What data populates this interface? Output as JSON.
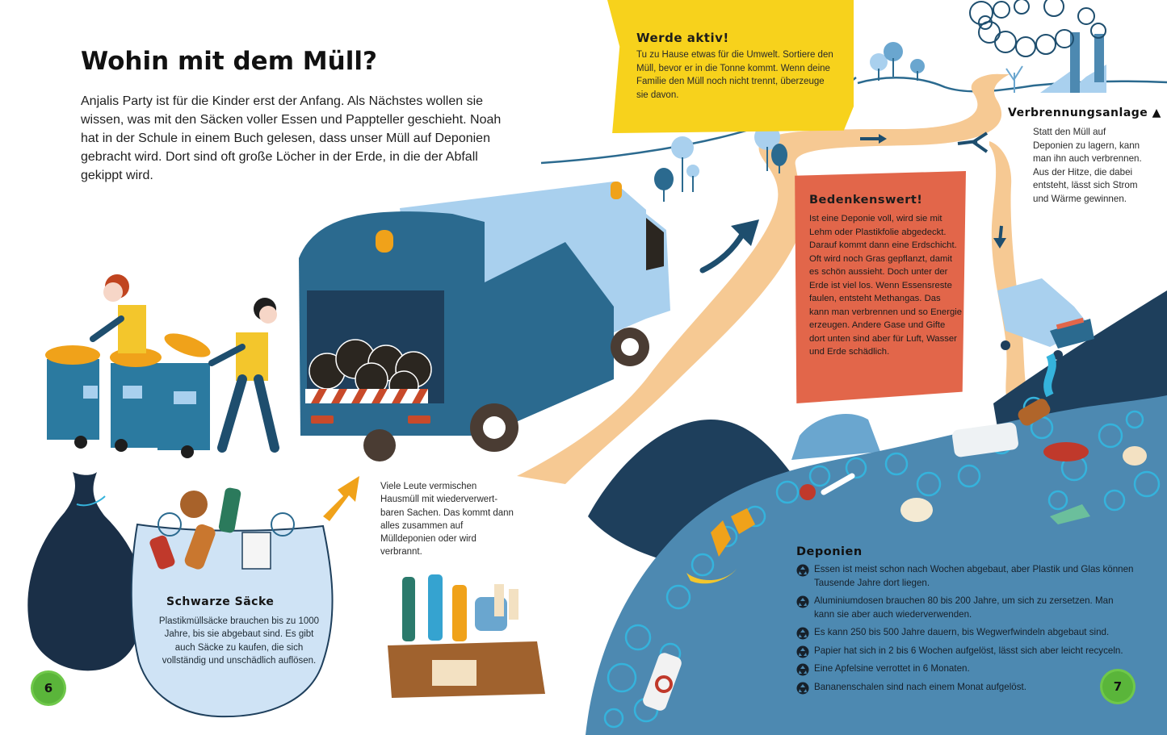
{
  "left_page": {
    "title": "Wohin mit dem Müll?",
    "intro": "Anjalis Party ist für die Kinder erst der Anfang. Als Nächstes wollen sie wissen, was mit den Säcken voller Essen und Pappteller geschieht. Noah hat in der Schule in einem Buch gelesen, dass unser Müll auf Deponien gebracht wird. Dort sind oft große Löcher in der Erde, in die der Abfall gekippt wird.",
    "mix_caption": "Viele Leute vermischen Hausmüll mit wiederverwert-baren Sachen. Das kommt dann alles zusammen auf Mülldeponien oder wird verbrannt.",
    "sack": {
      "title": "Schwarze Säcke",
      "text": "Plastikmüllsäcke brauchen bis zu 1000 Jahre, bis sie abgebaut sind. Es gibt auch Säcke zu kaufen, die sich vollständig und unschädlich auflösen."
    },
    "page_number": "6"
  },
  "right_page": {
    "werde_aktiv": {
      "title": "Werde aktiv!",
      "text": "Tu zu Hause etwas für die Umwelt. Sortiere den Müll, bevor er in die Tonne kommt. Wenn deine Familie den Müll noch nicht trennt, überzeuge sie davon."
    },
    "bedenkenswert": {
      "title": "Bedenkenswert!",
      "text": "Ist eine Deponie voll, wird sie mit Lehm oder Plastikfolie abgedeckt. Darauf kommt dann eine Erdschicht. Oft wird noch Gras gepflanzt, damit es schön aussieht. Doch unter der Erde ist viel los. Wenn Essensreste faulen, entsteht Methangas. Das kann man verbrennen und so Energie erzeugen. Andere Gase und Gifte dort unten sind aber für Luft, Wasser und Erde schädlich."
    },
    "verbrennungsanlage": {
      "title": "Verbrennungsanlage ▲",
      "text": "Statt den Müll auf Deponien zu lagern, kann man ihn auch verbrennen. Aus der Hitze, die dabei entsteht, lässt sich Strom und Wärme gewinnen."
    },
    "deponien": {
      "title": "Deponien",
      "items": [
        "Essen ist meist schon nach Wochen abgebaut, aber Plastik und Glas können Tausende Jahre dort liegen.",
        "Aluminiumdosen brauchen 80 bis 200 Jahre, um sich zu zersetzen. Man kann sie aber auch wiederverwenden.",
        "Es kann 250 bis 500 Jahre dauern, bis Wegwerfwindeln abgebaut sind.",
        "Papier hat sich in 2 bis 6 Wochen aufgelöst, lässt sich aber leicht recyceln.",
        "Eine Apfelsine verrottet in 6 Monaten.",
        "Bananenschalen sind nach einem Monat aufgelöst."
      ]
    },
    "page_number": "7"
  },
  "colors": {
    "yellow_box": "#f7d21c",
    "red_box": "#e2664a",
    "road": "#f6c993",
    "truck_dark": "#2b6a8f",
    "truck_light": "#a9d0ee",
    "landfill_blue": "#4d89b1",
    "landfill_dark": "#1e3f5c",
    "scribble_cyan": "#35b3dc",
    "page_badge": "#5ab53a",
    "accent_orange": "#f0a21a"
  }
}
